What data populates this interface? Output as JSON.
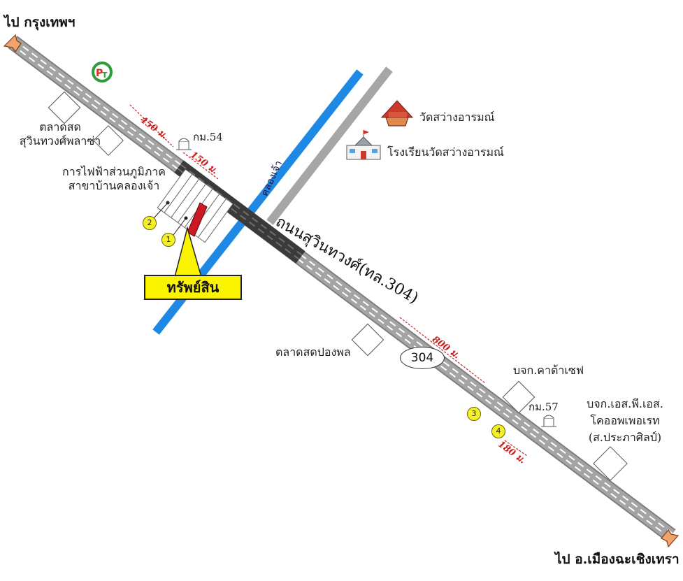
{
  "destinations": {
    "to_bangkok": "ไป กรุงเทพฯ",
    "to_chachoengsao": "ไป อ.เมืองฉะเชิงเทรา"
  },
  "road": {
    "name": "ถนนสุวินทวงศ์(ทล.304)",
    "route_badge": "304"
  },
  "canal": {
    "name": "คลองเจ้า"
  },
  "km_markers": {
    "km54": "กม.54",
    "km57": "กม.57"
  },
  "distances": {
    "d450": "450 ม.",
    "d150": "150 ม.",
    "d800": "800 ม.",
    "d180": "180 ม."
  },
  "landmarks": {
    "market_suwinthawong": "ตลาดสด\nสุวินทวงศ์พลาซ่า",
    "pea": "การไฟฟ้าส่วนภูมิภาค\nสาขาบ้านคลองเจ้า",
    "temple": "วัดสว่างอารมณ์",
    "school": "โรงเรียนวัดสว่างอารมณ์",
    "market_pongphon": "ตลาดสดปองพล",
    "cp_company": "บจก.คาต้าเซฟ",
    "sps_company": "บจก.เอส.พี.เอส.\nโคออพเพอเรท\n(ส.ประภาศิลป์)"
  },
  "property_label": "ทรัพย์สิน",
  "point_markers": [
    "1",
    "2",
    "3",
    "4"
  ],
  "colors": {
    "road": "#9a9a9a",
    "road_dash": "#ffffff",
    "road_dark_section": "#3a3a3a",
    "canal": "#1e88e5",
    "side_road": "#a6a6a6",
    "property": "#cc1a24",
    "distance": "#c8201f",
    "callout": "#fbf400",
    "marker": "#f5ee2a"
  },
  "icons": [
    "pt-gas-station-icon",
    "temple-icon",
    "school-icon",
    "km-post-icon",
    "arrow-icon"
  ]
}
